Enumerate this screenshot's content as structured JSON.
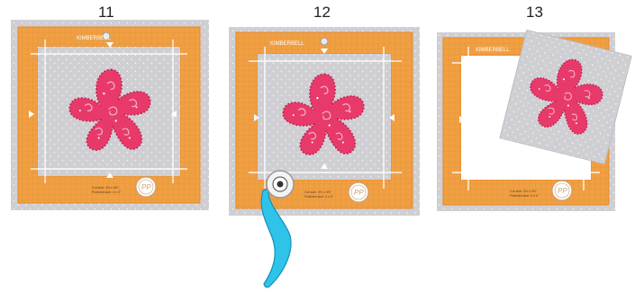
{
  "steps": [
    {
      "number": "11",
      "brand": "KIMBERBELL",
      "cut_size": "Cut size: 4½ x 4½\"",
      "finished_size": "Finished size: 4 x 4\"",
      "badge": "PP"
    },
    {
      "number": "12",
      "brand": "KIMBERBELL",
      "cut_size": "Cut size: 4½ x 4½\"",
      "finished_size": "Finished size: 4 x 4\"",
      "badge": "PP"
    },
    {
      "number": "13",
      "brand": "KIMBERBELL",
      "cut_size": "Cut size: 4½ x 4½\"",
      "finished_size": "Finished size: 4 x 4\"",
      "badge": "PP"
    }
  ],
  "colors": {
    "ruler_orange": "#f0a043",
    "ruler_frame": "#e48a2a",
    "fabric_gray": "#cfcfd3",
    "flower_pink": "#e83a6a",
    "cutter_blue": "#2fc3ea"
  },
  "icons": [
    "rotary-cutter-icon",
    "pp-badge-icon",
    "grommet-icon",
    "flower-applique-icon"
  ]
}
